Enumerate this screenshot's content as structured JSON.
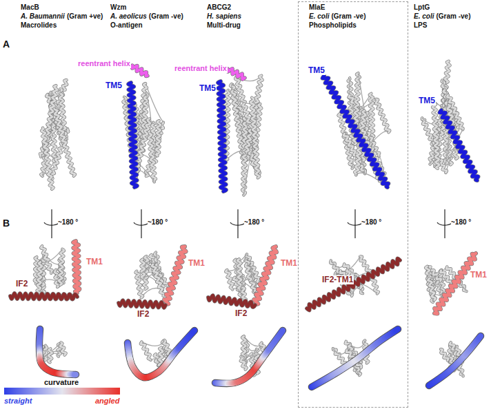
{
  "diagram": {
    "nodes": [
      {
        "text": [
          "MlaE",
          "E. coli",
          "(Gram -ve)",
          "Phospholipids"
        ]
      }
    ],
    "labels": [
      "A",
      "MacB",
      "A. Baumannii",
      "(Gram +ve)",
      "Macrolides",
      "Wzm",
      "A. aeolicus",
      "(Gram -ve)",
      "O-antigen",
      "ABCG2",
      "H. sapiens",
      "Multi-drug",
      "LptG",
      "E. coli",
      "(Gram -ve)",
      "LPS",
      "reentrant helix",
      "TM5",
      "reentrant helix",
      "TM5",
      "TM5",
      "TM5",
      "~180 °",
      "~180 °",
      "~180 °",
      "~180 °",
      "~180 °",
      "B",
      "IF2",
      "TM1",
      "TM1",
      "IF2",
      "TM1",
      "IF2",
      "IF2-TM1",
      "TM1",
      "curvature",
      "straight",
      "angled"
    ]
  }
}
